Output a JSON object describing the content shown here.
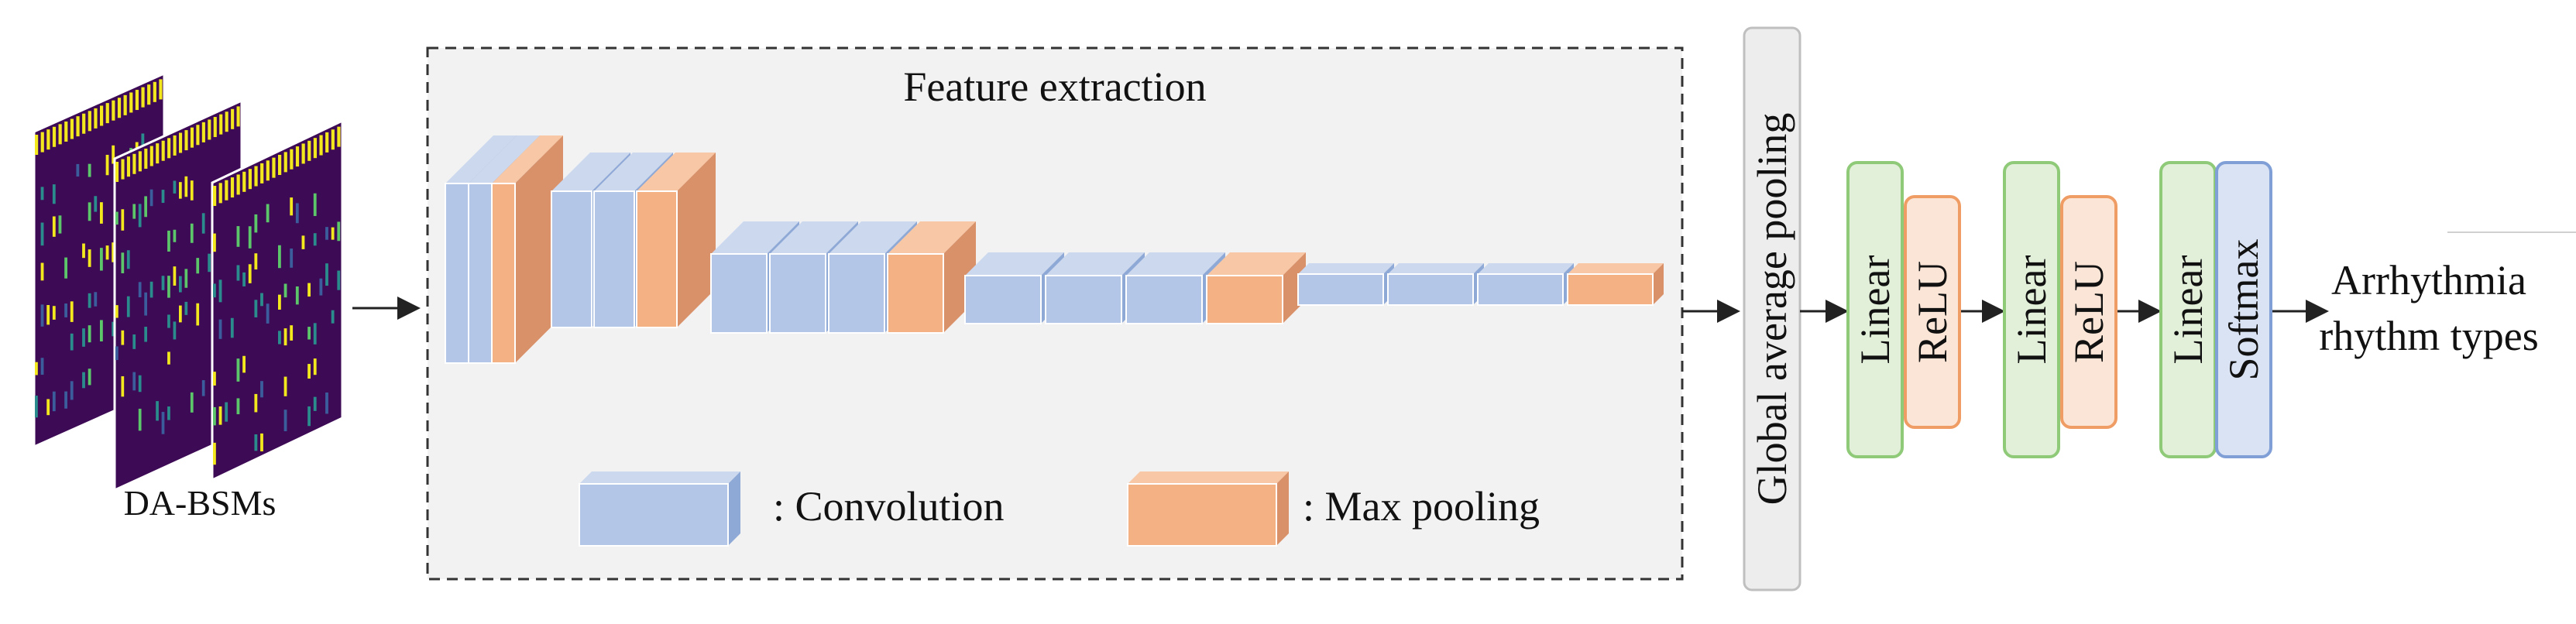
{
  "input": {
    "label": "DA-BSMs",
    "colors": {
      "background": "#3d0a55",
      "yellow": "#f3e81d",
      "green": "#5cc66a",
      "teal": "#2a8c8c",
      "blue": "#3b5d9c"
    }
  },
  "feature_extraction": {
    "title": "Feature extraction",
    "box_fill": "#f2f2f2",
    "stages": [
      {
        "conv": 2,
        "pool": 1
      },
      {
        "conv": 2,
        "pool": 1
      },
      {
        "conv": 3,
        "pool": 1
      },
      {
        "conv": 3,
        "pool": 1
      },
      {
        "conv": 3,
        "pool": 1
      }
    ],
    "legend": {
      "conv_label": ": Convolution",
      "pool_label": ": Max pooling"
    }
  },
  "colors": {
    "conv_front": "#b4c6e7",
    "conv_side": "#8fa9d6",
    "conv_top": "#cbd8ee",
    "pool_front": "#f4b183",
    "pool_side": "#d9916a",
    "pool_top": "#f8c8a6",
    "linear_fill": "#e2efd9",
    "linear_stroke": "#8fca78",
    "relu_fill": "#fbe5d6",
    "relu_stroke": "#ef9d64",
    "softmax_fill": "#dae3f3",
    "softmax_stroke": "#7f9fd6",
    "gap_fill": "#ededed",
    "gap_stroke": "#bfbfbf"
  },
  "gap": {
    "label": "Global average pooling"
  },
  "head": {
    "layers": [
      {
        "kind": "linear",
        "label": "Linear"
      },
      {
        "kind": "relu",
        "label": "ReLU"
      },
      {
        "kind": "linear",
        "label": "Linear"
      },
      {
        "kind": "relu",
        "label": "ReLU"
      },
      {
        "kind": "linear",
        "label": "Linear"
      },
      {
        "kind": "softmax",
        "label": "Softmax"
      }
    ]
  },
  "output": {
    "line1": "Arrhythmia",
    "line2": "rhythm types"
  }
}
